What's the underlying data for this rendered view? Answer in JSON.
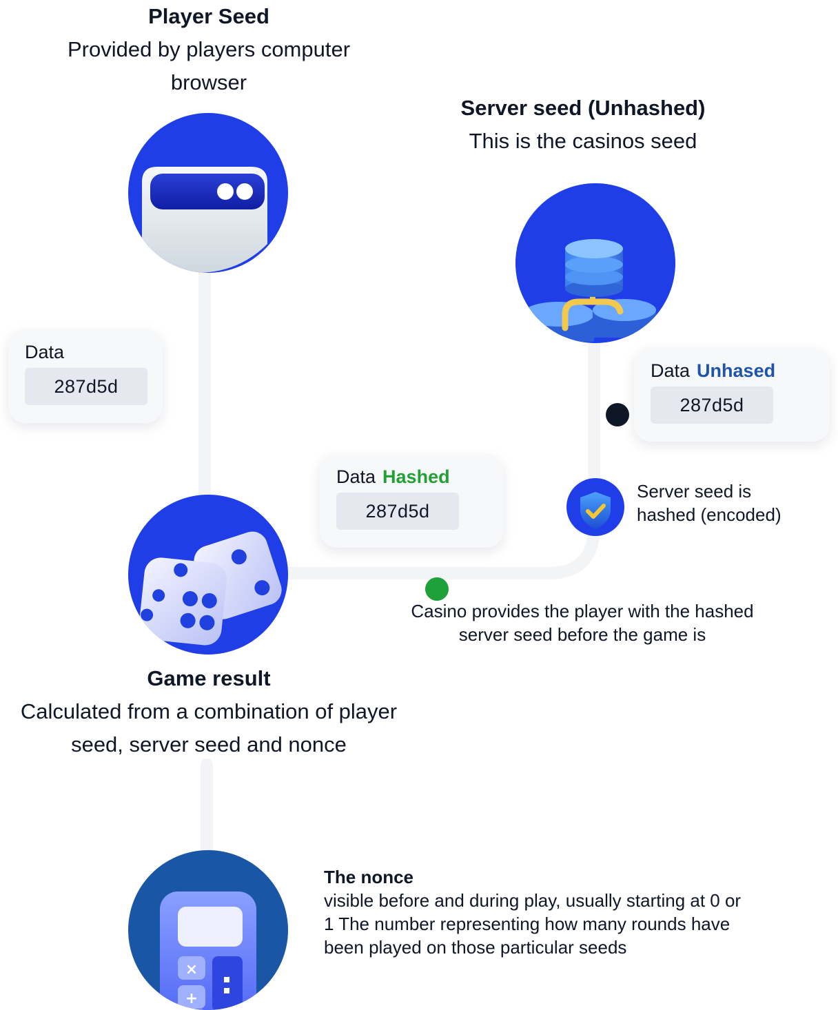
{
  "player_seed": {
    "title": "Player Seed",
    "subtitle": "Provided by players computer browser",
    "icon": "browser-window-icon",
    "data_label": "Data",
    "data_value": "287d5d"
  },
  "server_seed": {
    "title": "Server seed (Unhashed)",
    "subtitle": "This is the casinos seed",
    "icon": "database-server-icon",
    "data_label": "Data",
    "data_accent": "Unhased",
    "data_value": "287d5d",
    "accent_color": "#1f55a8"
  },
  "hashed": {
    "data_label": "Data",
    "data_accent": "Hashed",
    "data_value": "287d5d",
    "accent_color": "#22a035",
    "icon": "shield-check-icon",
    "note": "Server seed is hashed (encoded)"
  },
  "casino_note": "Casino provides the player with the hashed server seed before the game is",
  "game_result": {
    "title": "Game result",
    "subtitle": "Calculated from a combination of player seed, server seed and nonce",
    "icon": "dice-icon"
  },
  "nonce": {
    "title": "The nonce",
    "text": "visible before and during play, usually starting at 0 or 1 The number representing how many rounds have been played on those particular seeds",
    "icon": "calculator-icon"
  },
  "colors": {
    "primary_blue": "#1f3ee8",
    "dark_blue": "#1a56a6",
    "green_dot": "#1fa13a",
    "dark_dot": "#0f1626",
    "connector": "#f3f4f6"
  }
}
